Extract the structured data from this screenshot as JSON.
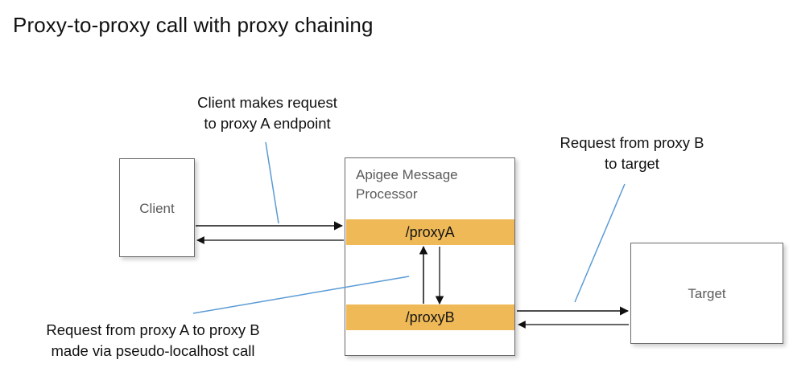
{
  "page": {
    "title": "Proxy-to-proxy call with proxy chaining",
    "background": "#ffffff"
  },
  "colors": {
    "proxy_band": "#efb957",
    "box_border": "#6b6b6b",
    "box_label_text": "#5a5a5a",
    "arrow": "#111111",
    "leader_line": "#5b9bd5",
    "title_text": "#111111"
  },
  "nodes": {
    "client": {
      "label": "Client"
    },
    "message_processor": {
      "title": "Apigee Message\nProcessor",
      "proxy_a": "/proxyA",
      "proxy_b": "/proxyB"
    },
    "target": {
      "label": "Target"
    }
  },
  "annotations": {
    "client_request": "Client makes request\nto proxy A endpoint",
    "proxy_b_to_target": "Request from proxy B\nto target",
    "proxy_a_to_proxy_b": "Request from proxy A to proxy B\nmade via pseudo-localhost call"
  },
  "flows": [
    {
      "name": "client-to-proxya-request",
      "from": "client",
      "to": "/proxyA",
      "direction": "right"
    },
    {
      "name": "proxya-to-client-response",
      "from": "/proxyA",
      "to": "client",
      "direction": "left"
    },
    {
      "name": "proxya-to-proxyb-request",
      "from": "/proxyA",
      "to": "/proxyB",
      "direction": "down"
    },
    {
      "name": "proxyb-to-proxya-response",
      "from": "/proxyB",
      "to": "/proxyA",
      "direction": "up"
    },
    {
      "name": "proxyb-to-target-request",
      "from": "/proxyB",
      "to": "target",
      "direction": "right"
    },
    {
      "name": "target-to-proxyb-response",
      "from": "target",
      "to": "/proxyB",
      "direction": "left"
    }
  ]
}
